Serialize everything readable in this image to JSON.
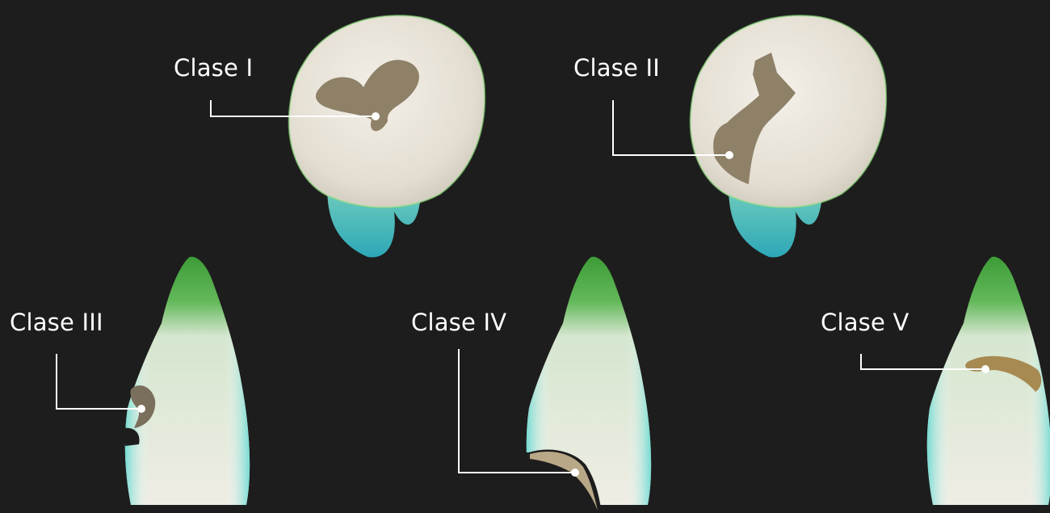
{
  "labels": {
    "class_1": "Clase I",
    "class_2": "Clase II",
    "class_3": "Clase III",
    "class_4": "Clase IV",
    "class_5": "Clase V"
  },
  "colors": {
    "background": "#1d1d1d",
    "enamel": "#ebe6dc",
    "cavity": "#8e8168",
    "root_tint": "#4fd6c8",
    "tip_tint": "#3f9e3c",
    "leader": "#ffffff"
  }
}
